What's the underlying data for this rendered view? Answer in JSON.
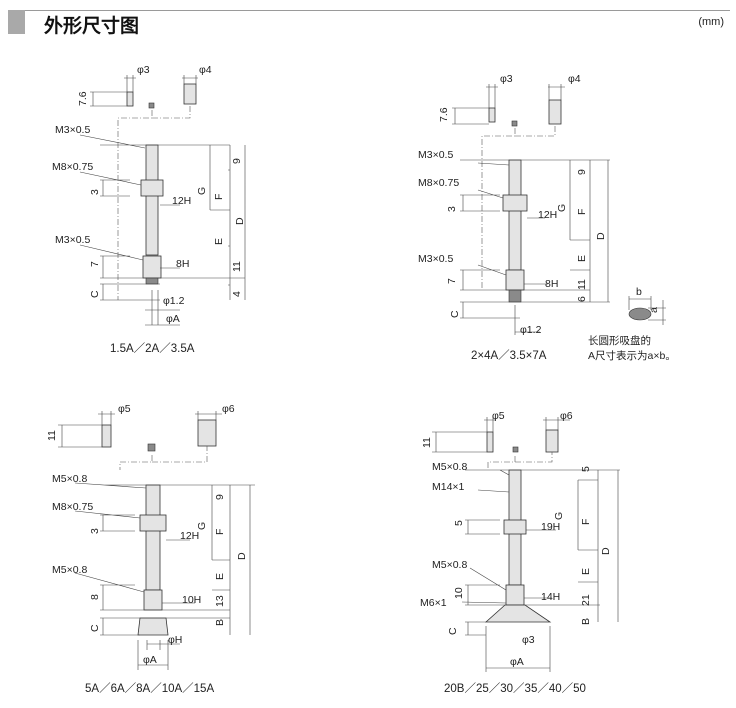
{
  "header": {
    "title": "外形尺寸图",
    "unit": "(mm)"
  },
  "panels": [
    {
      "caption": "1.5A／2A／3.5A",
      "labels": {
        "phi_a": "φ3",
        "phi_b": "φ4",
        "h": "7.6",
        "t1": "M3×0.5",
        "t2": "M8×0.75",
        "n3": "3",
        "hex1": "12H",
        "t3": "M3×0.5",
        "n7": "7",
        "hex2": "8H",
        "c": "C",
        "phi_small": "φ1.2",
        "phiA": "φA",
        "r9": "9",
        "g": "G",
        "f": "F",
        "e": "E",
        "d": "D",
        "r11": "11",
        "r4": "4"
      }
    },
    {
      "caption": "2×4A／3.5×7A",
      "note": [
        "长圆形吸盘的",
        "A尺寸表示为a×b。"
      ],
      "labels": {
        "phi_a": "φ3",
        "phi_b": "φ4",
        "h": "7.6",
        "t1": "M3×0.5",
        "t2": "M8×0.75",
        "n3": "3",
        "hex1": "12H",
        "t3": "M3×0.5",
        "n7": "7",
        "hex2": "8H",
        "c": "C",
        "phi_small": "φ1.2",
        "r9": "9",
        "g": "G",
        "f": "F",
        "e": "E",
        "d": "D",
        "r11": "11",
        "r6": "6",
        "b": "b",
        "a": "a"
      }
    },
    {
      "caption": "5A／6A／8A／10A／15A",
      "labels": {
        "phi_a": "φ5",
        "phi_b": "φ6",
        "h": "11",
        "t1": "M5×0.8",
        "t2": "M8×0.75",
        "n3": "3",
        "hex1": "12H",
        "t3": "M5×0.8",
        "n8": "8",
        "hex2": "10H",
        "c": "C",
        "phiH": "φH",
        "phiA": "φA",
        "r9": "9",
        "g": "G",
        "f": "F",
        "e": "E",
        "d": "D",
        "r13": "13",
        "b": "B"
      }
    },
    {
      "caption": "20B／25／30／35／40／50",
      "labels": {
        "phi_a": "φ5",
        "phi_b": "φ6",
        "h": "11",
        "t1": "M5×0.8",
        "t2": "M14×1",
        "n5": "5",
        "hex1": "19H",
        "t3": "M5×0.8",
        "n10": "10",
        "t4": "M6×1",
        "hex2": "14H",
        "c": "C",
        "phi3": "φ3",
        "phiA": "φA",
        "r5": "5",
        "g": "G",
        "f": "F",
        "e": "E",
        "d": "D",
        "r21": "21",
        "b": "B"
      }
    }
  ]
}
